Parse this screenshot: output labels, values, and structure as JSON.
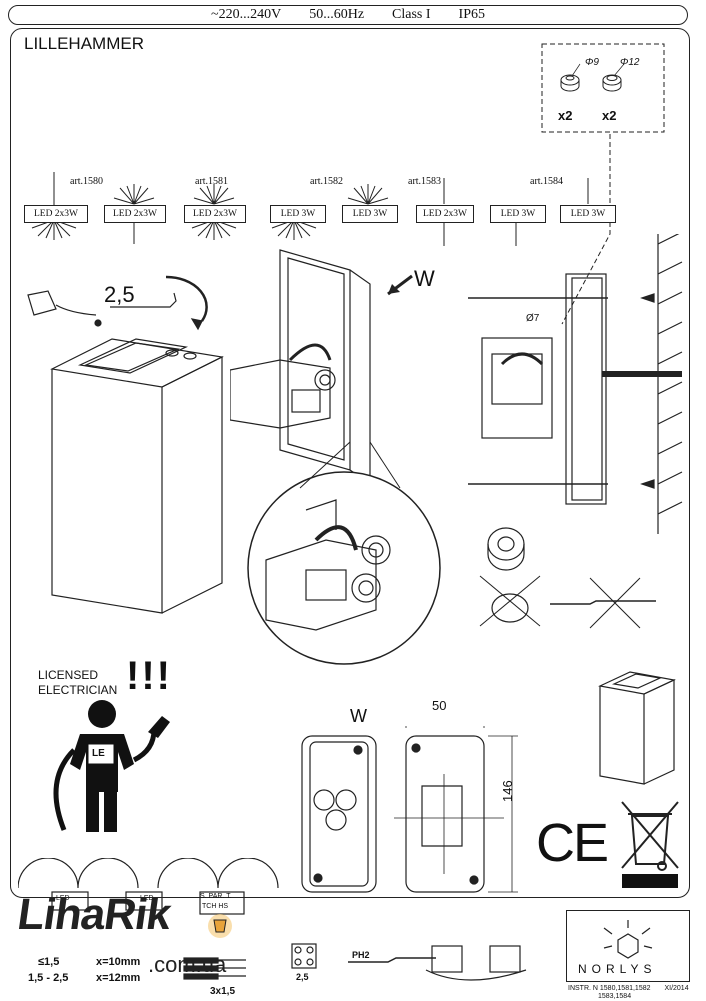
{
  "header": {
    "voltage": "~220...240V",
    "frequency": "50...60Hz",
    "class": "Class I",
    "ip": "IP65"
  },
  "title": "LILLEHAMMER",
  "accessories": {
    "phi9": "Φ9",
    "phi12": "Φ12",
    "qty9": "x2",
    "qty12": "x2"
  },
  "variants": [
    {
      "art": "art.1580",
      "leds": [
        "LED 2x3W",
        "LED 2x3W"
      ]
    },
    {
      "art": "art.1581",
      "leds": [
        "LED 2x3W"
      ]
    },
    {
      "art": "art.1582",
      "leds": [
        "LED 3W",
        "LED 3W"
      ]
    },
    {
      "art": "art.1583",
      "leds": [
        "LED 2x3W"
      ]
    },
    {
      "art": "art.1584",
      "leds": [
        "LED 3W",
        "LED 3W"
      ]
    }
  ],
  "labels": {
    "hex_size": "2,5",
    "view_w": "W",
    "view_w2": "W",
    "hole": "Ø7",
    "dim_width": "50",
    "dim_height": "146",
    "licensed": "LICENSED",
    "electrician": "ELECTRICIAN",
    "exclaim": "!!!",
    "le": "LE",
    "ce": "CE",
    "screwdriver": "PH2",
    "terminal_size": "2,5",
    "cable": "3x1,5",
    "wire1": "≤1,5",
    "wire1x": "x=10mm",
    "wire2": "1,5 - 2,5",
    "wire2x": "x=12mm",
    "led_a": "LED",
    "led_b": "LED",
    "led_c": "S. PAR. T.",
    "led_d": "TCH HS"
  },
  "watermark": {
    "main": "LihaRik",
    "sub": ".com.ua"
  },
  "brand": "NORLYS",
  "instructions": {
    "line1": "INSTR. N 1580,1581,1582",
    "line2": "1583,1584",
    "date": "XI/2014"
  },
  "colors": {
    "line": "#222222",
    "accent": "#e8a33a"
  }
}
